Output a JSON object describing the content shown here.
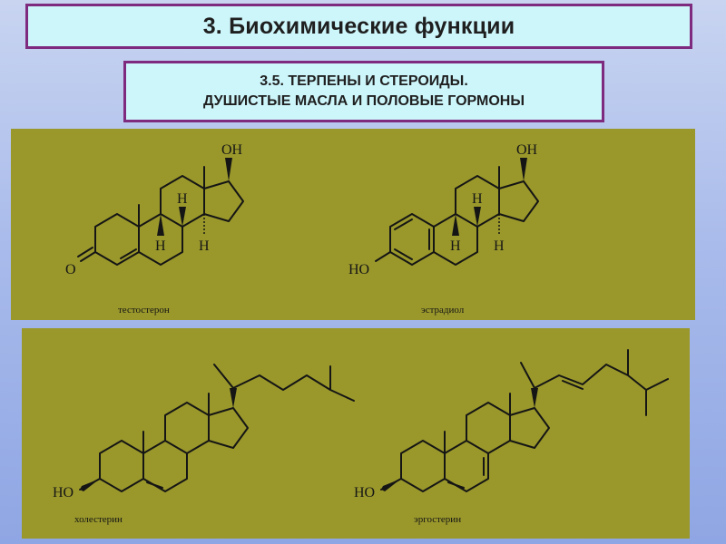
{
  "header": {
    "title": "3. Биохимические функции"
  },
  "subheader": {
    "line1": "3.5. ТЕРПЕНЫ И СТЕРОИДЫ.",
    "line2": "ДУШИСТЫЕ МАСЛА И ПОЛОВЫЕ ГОРМОНЫ"
  },
  "panels": {
    "top": {
      "testosterone": {
        "caption": "тестостерон",
        "oh": "OH",
        "o": "O",
        "h1": "H",
        "h2": "H",
        "h3": "H"
      },
      "estradiol": {
        "caption": "эстрадиол",
        "oh": "OH",
        "ho": "HO",
        "h1": "H",
        "h2": "H",
        "h3": "H"
      }
    },
    "bottom": {
      "cholesterol": {
        "caption": "холестерин",
        "ho": "HO"
      },
      "ergosterol": {
        "caption": "эргостерин",
        "ho": "HO"
      }
    }
  },
  "colors": {
    "background": "#a9bbeb",
    "title_box_fill": "#cdf6fb",
    "title_box_border": "#7e2a7f",
    "panel_fill": "#9a982b",
    "ink": "#151515"
  }
}
